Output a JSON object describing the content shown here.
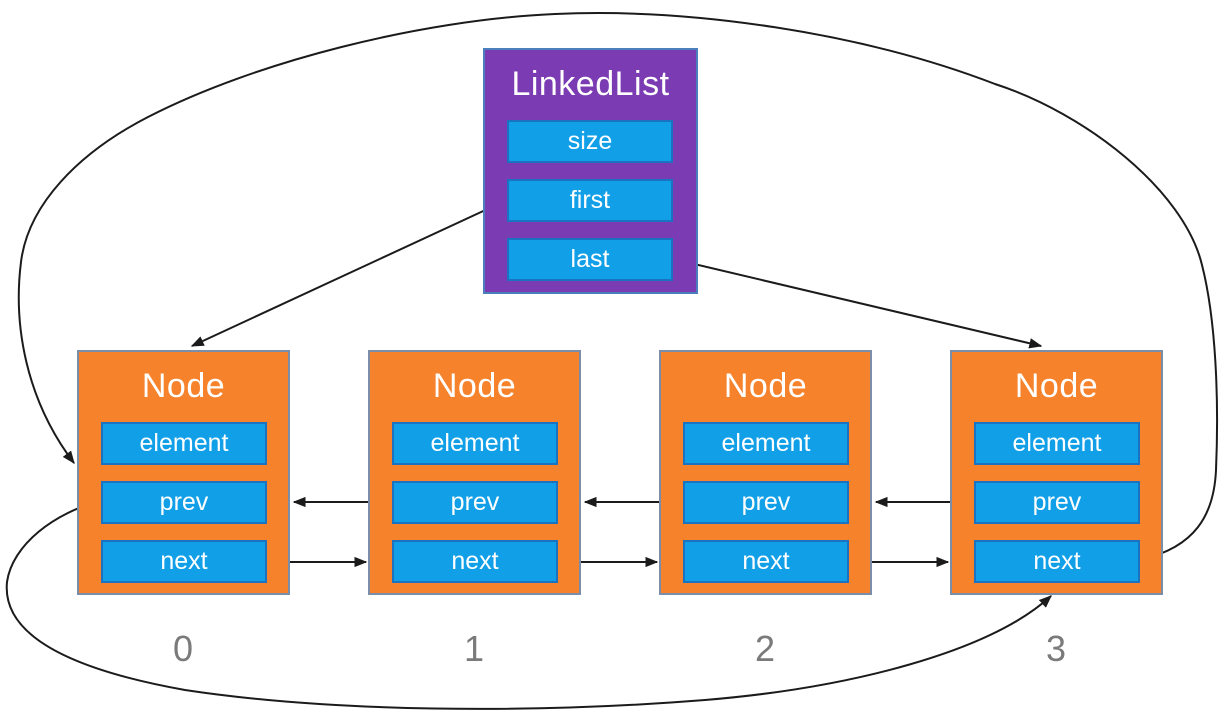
{
  "linked_list": {
    "title": "LinkedList",
    "fields": [
      "size",
      "first",
      "last"
    ]
  },
  "nodes": [
    {
      "title": "Node",
      "fields": [
        "element",
        "prev",
        "next"
      ],
      "index": "0"
    },
    {
      "title": "Node",
      "fields": [
        "element",
        "prev",
        "next"
      ],
      "index": "1"
    },
    {
      "title": "Node",
      "fields": [
        "element",
        "prev",
        "next"
      ],
      "index": "2"
    },
    {
      "title": "Node",
      "fields": [
        "element",
        "prev",
        "next"
      ],
      "index": "3"
    }
  ],
  "connections": [
    {
      "from": "linkedlist.first",
      "to": "node0"
    },
    {
      "from": "linkedlist.last",
      "to": "node3"
    },
    {
      "from": "node0.next",
      "to": "node1"
    },
    {
      "from": "node1.next",
      "to": "node2"
    },
    {
      "from": "node2.next",
      "to": "node3"
    },
    {
      "from": "node1.prev",
      "to": "node0"
    },
    {
      "from": "node2.prev",
      "to": "node1"
    },
    {
      "from": "node3.prev",
      "to": "node2"
    },
    {
      "from": "node3.next",
      "to": "node0"
    },
    {
      "from": "node0.prev",
      "to": "node3"
    }
  ],
  "colors": {
    "list_fill": "#7b3cb3",
    "list_border": "#4a7ebc",
    "node_fill": "#f6832c",
    "node_border": "#7b8da8",
    "field_fill": "#119fe8",
    "field_border": "#1a72c0",
    "label_text": "#ffffff",
    "index_text": "#7a7a7a",
    "arrow": "#1b1b1b"
  }
}
